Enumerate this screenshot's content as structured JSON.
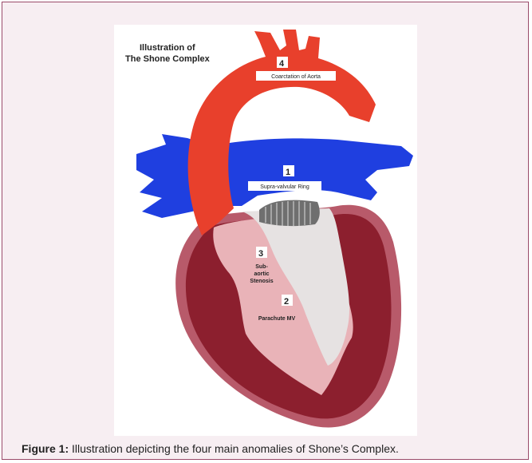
{
  "illustration": {
    "title_line1": "Illustration of",
    "title_line2": "The Shone Complex",
    "colors": {
      "aorta": "#e8402c",
      "pulmonary": "#1f3fe0",
      "myocardium_outer": "#b85a6a",
      "myocardium": "#8c1f2e",
      "left_ventricle": "#e9b3b8",
      "panel_background": "#f7eef2",
      "frame_border": "#9a4a6a"
    },
    "labels": [
      {
        "number": "1",
        "text": "Supra-valvular Ring"
      },
      {
        "number": "2",
        "text": "Parachute MV"
      },
      {
        "number": "3",
        "text_lines": [
          "Sub-",
          "aortic",
          "Stenosis"
        ]
      },
      {
        "number": "4",
        "text": "Coarctation of Aorta"
      }
    ]
  },
  "caption": {
    "prefix": "Figure 1:",
    "text": " Illustration depicting the four main anomalies of Shone’s Complex."
  }
}
